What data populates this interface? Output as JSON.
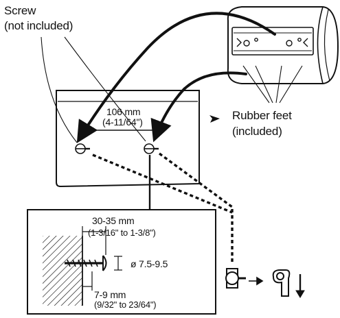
{
  "labels": {
    "screw_line1": "Screw",
    "screw_line2": "(not included)",
    "spacing_mm": "106 mm",
    "spacing_in": "(4-11/64\")",
    "feet_line1": "Rubber feet",
    "feet_line2": "(included)",
    "depth_mm": "30-35 mm",
    "depth_in": "(1-3/16\" to 1-3/8\")",
    "diameter": "ø 7.5-9.5",
    "head_mm": "7-9 mm",
    "head_in": "(9/32\" to 23/64\")"
  }
}
